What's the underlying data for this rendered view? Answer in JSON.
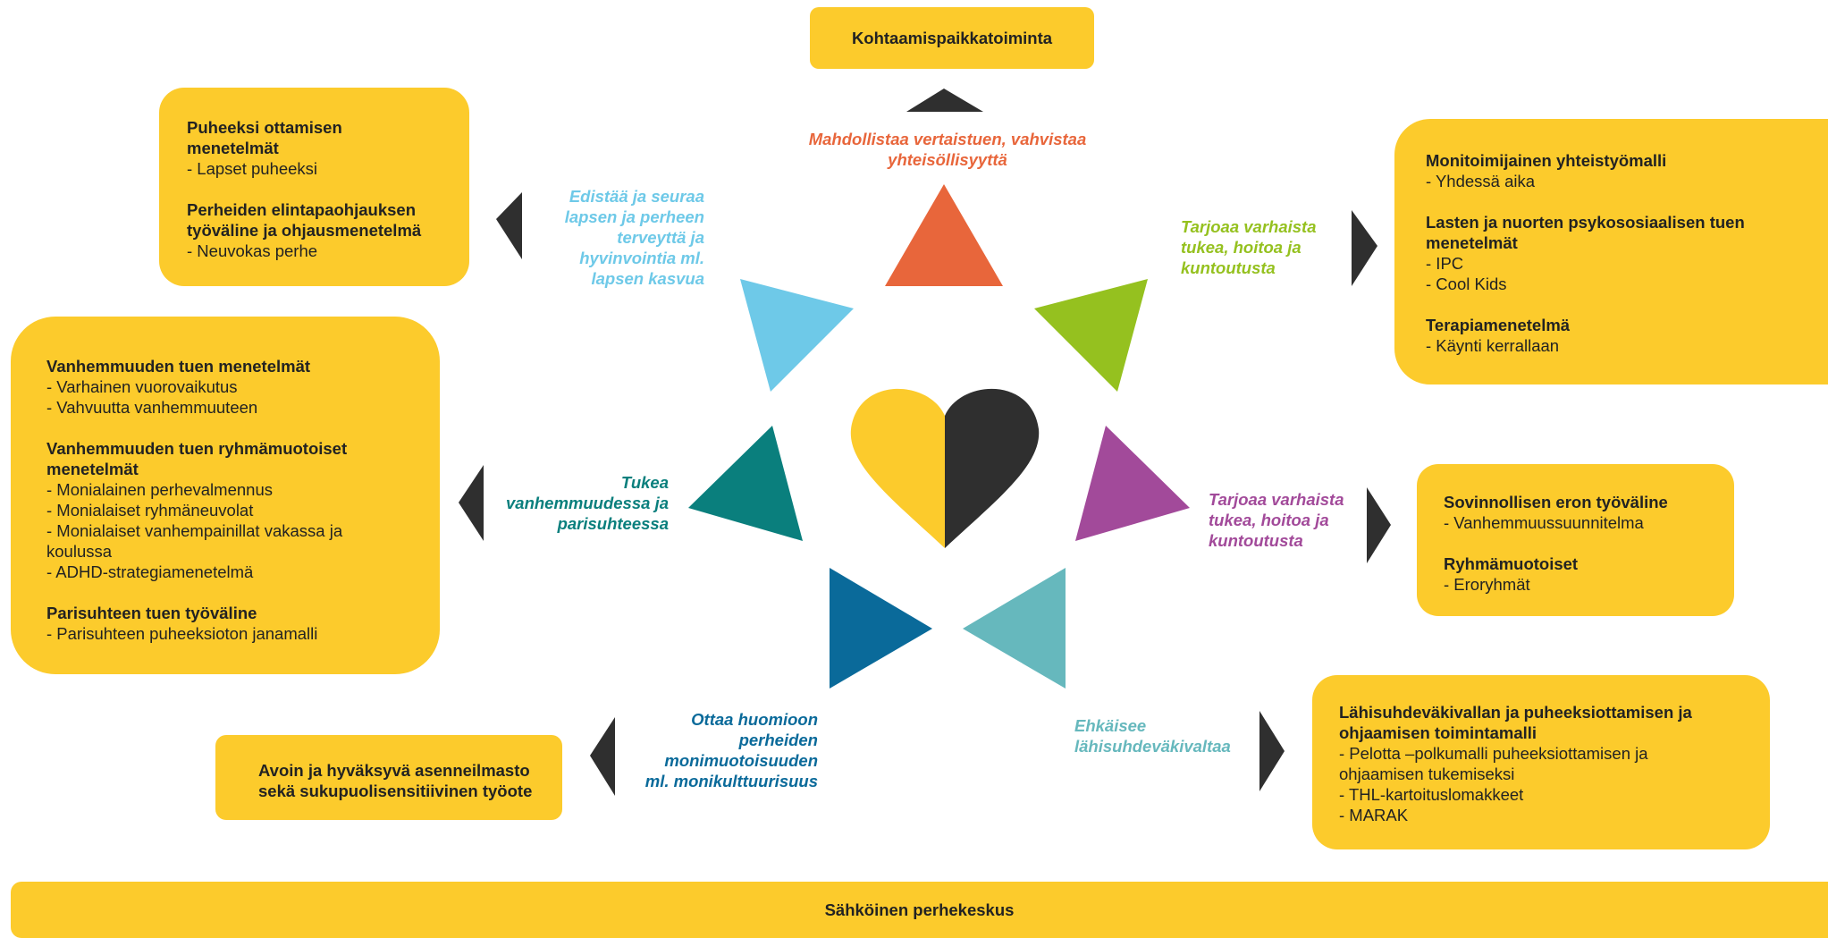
{
  "top_box": {
    "title": "Kohtaamispaikkatoiminta"
  },
  "bottom_bar": {
    "title": "Sähköinen perhekeskus"
  },
  "box_upper_left": {
    "group1_title_line1": "Puheeksi ottamisen",
    "group1_title_line2": "menetelmät",
    "group1_item1": "- Lapset puheeksi",
    "group2_title_line1": "Perheiden elintapaohjauksen",
    "group2_title_line2": "työväline ja ohjausmenetelmä",
    "group2_item1": "- Neuvokas perhe"
  },
  "box_middle_left": {
    "group1_title": "Vanhemmuuden tuen menetelmät",
    "group1_item1": "- Varhainen vuorovaikutus",
    "group1_item2": "- Vahvuutta vanhemmuuteen",
    "group2_title_line1": "Vanhemmuuden tuen ryhmämuotoiset",
    "group2_title_line2": "menetelmät",
    "group2_item1": "- Monialainen perhevalmennus",
    "group2_item2": "- Monialaiset ryhmäneuvolat",
    "group2_item3_line1": "- Monialaiset vanhempainillat vakassa ja",
    "group2_item3_line2": "koulussa",
    "group2_item4": "- ADHD-strategiamenetelmä",
    "group3_title": "Parisuhteen tuen työväline",
    "group3_item1": "- Parisuhteen puheeksioton janamalli"
  },
  "box_lower_left": {
    "line1": "Avoin ja hyväksyvä asenneilmasto",
    "line2": "sekä sukupuolisensitiivinen työote"
  },
  "box_upper_right": {
    "group1_title": "Monitoimijainen yhteistyömalli",
    "group1_item1": "- Yhdessä aika",
    "group2_title_line1": "Lasten ja nuorten psykososiaalisen tuen",
    "group2_title_line2": "menetelmät",
    "group2_item1": "- IPC",
    "group2_item2": "- Cool Kids",
    "group3_title": "Terapiamenetelmä",
    "group3_item1": "- Käynti kerrallaan"
  },
  "box_middle_right": {
    "group1_title": "Sovinnollisen eron työväline",
    "group1_item1": "- Vanhemmuussuunnitelma",
    "group2_title": "Ryhmämuotoiset",
    "group2_item1": "- Eroryhmät"
  },
  "box_lower_right": {
    "title_line1": "Lähisuhdeväkivallan ja puheeksiottamisen ja",
    "title_line2": "ohjaamisen toimintamalli",
    "item1_line1": "- Pelotta –polkumalli puheeksiottamisen ja",
    "item1_line2": "ohjaamisen tukemiseksi",
    "item2": "- THL-kartoituslomakkeet",
    "item3": "- MARAK"
  },
  "labels": {
    "top": {
      "line1": "Mahdollistaa vertaistuen, vahvistaa",
      "line2": "yhteisöllisyyttä",
      "color": "#e8663b"
    },
    "upper_left": {
      "line1": "Edistää ja seuraa",
      "line2": "lapsen ja perheen",
      "line3": "terveyttä ja",
      "line4": "hyvinvointia ml.",
      "line5": "lapsen kasvua",
      "color": "#6ec9e8"
    },
    "upper_right": {
      "line1": "Tarjoaa varhaista",
      "line2": "tukea, hoitoa ja",
      "line3": "kuntoutusta",
      "color": "#95c11f"
    },
    "middle_left": {
      "line1": "Tukea",
      "line2": "vanhemmuudessa ja",
      "line3": "parisuhteessa",
      "color": "#0a7f7d"
    },
    "middle_right": {
      "line1": "Tarjoaa varhaista",
      "line2": "tukea, hoitoa ja",
      "line3": "kuntoutusta",
      "color": "#a24a9a"
    },
    "lower_left": {
      "line1": "Ottaa huomioon",
      "line2": "perheiden",
      "line3": "monimuotoisuuden",
      "line4": "ml. monikulttuurisuus",
      "color": "#0a6a9a"
    },
    "lower_right": {
      "line1": "Ehkäisee",
      "line2": "lähisuhdeväkivaltaa",
      "color": "#66b8bd"
    }
  },
  "colors": {
    "box_fill": "#fccb2c",
    "arrow": "#2f2f2f",
    "heart_left": "#fccb2c",
    "heart_right": "#2f2f2f",
    "triangle_orange": "#e8663b",
    "triangle_lightblue": "#6ec9e8",
    "triangle_green": "#95c11f",
    "triangle_teal": "#0a7f7d",
    "triangle_purple": "#a24a9a",
    "triangle_blue": "#0a6a9a",
    "triangle_lightteal": "#66b8bd"
  }
}
